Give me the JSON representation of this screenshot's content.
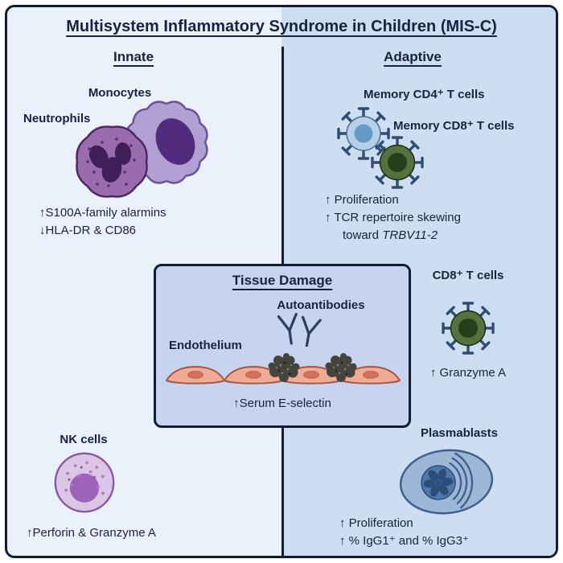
{
  "title": "Multisystem Inflammatory Syndrome in Children (MIS-C)",
  "panels": {
    "innate": {
      "heading": "Innate",
      "monocytes_label": "Monocytes",
      "neutrophils_label": "Neutrophils",
      "findings": [
        "↑S100A-family alarmins",
        "↓HLA-DR & CD86"
      ],
      "nk_label": "NK cells",
      "nk_finding": "↑Perforin & Granzyme A"
    },
    "adaptive": {
      "heading": "Adaptive",
      "memory_cd4_label": "Memory CD4⁺ T cells",
      "memory_cd8_label": "Memory CD8⁺ T cells",
      "finding_proliferation": "↑ Proliferation",
      "finding_tcr": "↑ TCR repertoire skewing",
      "finding_tcr_prefix": "toward ",
      "finding_tcr_gene": "TRBV11-2",
      "cd8_label": "CD8⁺ T cells",
      "cd8_finding": "↑ Granzyme A",
      "plasmablasts_label": "Plasmablasts",
      "plasmablast_findings": [
        "↑ Proliferation",
        "↑ % IgG1⁺ and % IgG3⁺"
      ]
    },
    "tissue_damage": {
      "heading": "Tissue Damage",
      "autoantibodies_label": "Autoantibodies",
      "endothelium_label": "Endothelium",
      "finding": "↑Serum E-selectin"
    }
  },
  "colors": {
    "left_bg": "#ebf1fb",
    "right_bg": "#cdddf2",
    "box_bg": "#c7d4ef",
    "outline": "#131c2e",
    "text": "#16243e",
    "neutrophil": "#9a6cae",
    "monocyte": "#b2a0d2",
    "nk_cell": "#dcc6e6",
    "cd4_cell": "#b7d0e8",
    "cd8_cell": "#55713d",
    "plasmablast": "#9db7d7",
    "endothelium": "#efab96",
    "damage": "#46443f",
    "antibody": "#2c3e61"
  }
}
